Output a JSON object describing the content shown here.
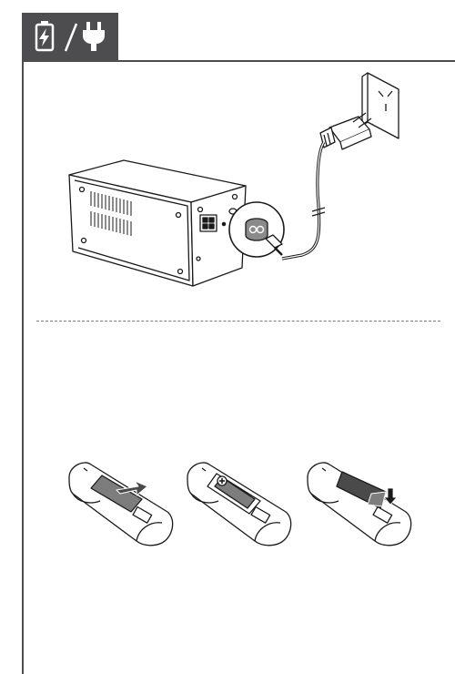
{
  "header": {
    "icons": [
      "battery-charging-icon",
      "slash-separator",
      "power-plug-icon"
    ],
    "accent_color": "#4d4d4f"
  },
  "figures": {
    "power_connection": {
      "description_items": [
        "stereo-unit-rear",
        "ac-power-cord",
        "wall-outlet",
        "ac-inlet-callout"
      ]
    },
    "remote_battery_steps": {
      "steps": [
        "open-battery-cover",
        "insert-battery",
        "close-battery-cover"
      ]
    }
  }
}
